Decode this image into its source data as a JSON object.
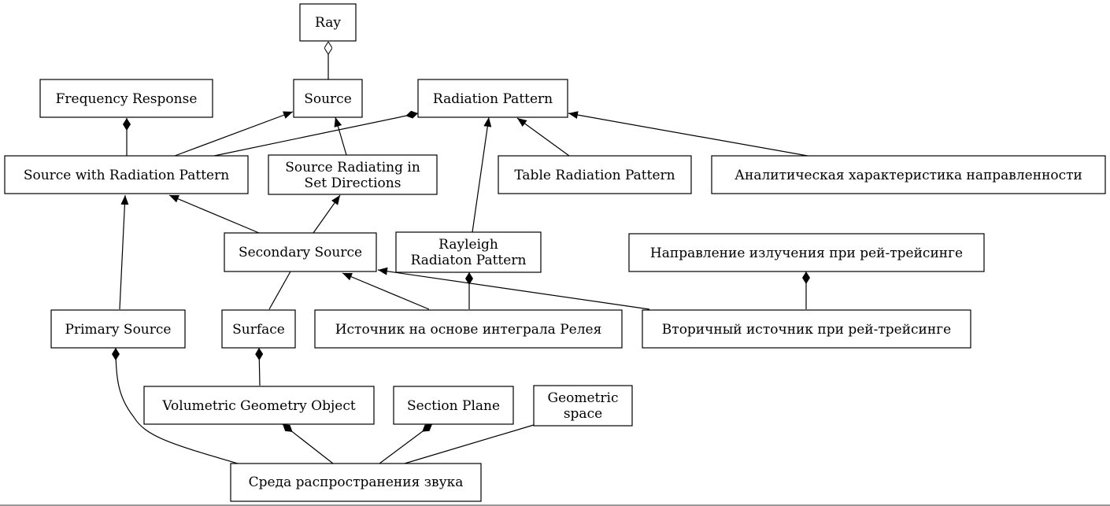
{
  "nodes": {
    "ray": {
      "lines": [
        "Ray"
      ]
    },
    "source": {
      "lines": [
        "Source"
      ]
    },
    "frequency_response": {
      "lines": [
        "Frequency Response"
      ]
    },
    "radiation_pattern": {
      "lines": [
        "Radiation Pattern"
      ]
    },
    "source_with_radiation_pattern": {
      "lines": [
        "Source with Radiation Pattern"
      ]
    },
    "source_radiating_in_set_directions": {
      "lines": [
        "Source Radiating in",
        "Set Directions"
      ]
    },
    "table_radiation_pattern": {
      "lines": [
        "Table Radiation Pattern"
      ]
    },
    "analytic_directivity": {
      "lines": [
        "Аналитическая характеристика направленности"
      ]
    },
    "secondary_source": {
      "lines": [
        "Secondary Source"
      ]
    },
    "rayleigh_radiation_pattern": {
      "lines": [
        "Rayleigh",
        "Radiaton Pattern"
      ]
    },
    "raytracing_emission_direction": {
      "lines": [
        "Направление излучения при рей-трейсинге"
      ]
    },
    "primary_source": {
      "lines": [
        "Primary Source"
      ]
    },
    "surface": {
      "lines": [
        "Surface"
      ]
    },
    "rayleigh_integral_source": {
      "lines": [
        "Источник на основе интеграла Релея"
      ]
    },
    "raytracing_secondary_source": {
      "lines": [
        "Вторичный источник при рей-трейсинге"
      ]
    },
    "volumetric_geometry_object": {
      "lines": [
        "Volumetric Geometry Object"
      ]
    },
    "section_plane": {
      "lines": [
        "Section Plane"
      ]
    },
    "geometric_space": {
      "lines": [
        "Geometric",
        "space"
      ]
    },
    "sound_medium": {
      "lines": [
        "Среда распространения звука"
      ]
    }
  },
  "edges": [
    {
      "from": "source",
      "to": "ray",
      "type": "aggregation"
    },
    {
      "from": "source_with_radiation_pattern",
      "to": "frequency_response",
      "type": "composition"
    },
    {
      "from": "source_with_radiation_pattern",
      "to": "source",
      "type": "inheritance"
    },
    {
      "from": "source_with_radiation_pattern",
      "to": "radiation_pattern",
      "type": "composition"
    },
    {
      "from": "source_radiating_in_set_directions",
      "to": "source",
      "type": "inheritance"
    },
    {
      "from": "table_radiation_pattern",
      "to": "radiation_pattern",
      "type": "inheritance"
    },
    {
      "from": "analytic_directivity",
      "to": "radiation_pattern",
      "type": "inheritance"
    },
    {
      "from": "rayleigh_radiation_pattern",
      "to": "radiation_pattern",
      "type": "inheritance"
    },
    {
      "from": "secondary_source",
      "to": "source_with_radiation_pattern",
      "type": "inheritance"
    },
    {
      "from": "secondary_source",
      "to": "source_radiating_in_set_directions",
      "type": "inheritance"
    },
    {
      "from": "primary_source",
      "to": "source_with_radiation_pattern",
      "type": "inheritance"
    },
    {
      "from": "surface",
      "to": "secondary_source",
      "type": "association"
    },
    {
      "from": "rayleigh_integral_source",
      "to": "secondary_source",
      "type": "inheritance"
    },
    {
      "from": "rayleigh_integral_source",
      "to": "rayleigh_radiation_pattern",
      "type": "composition"
    },
    {
      "from": "raytracing_secondary_source",
      "to": "secondary_source",
      "type": "inheritance"
    },
    {
      "from": "raytracing_secondary_source",
      "to": "raytracing_emission_direction",
      "type": "composition"
    },
    {
      "from": "volumetric_geometry_object",
      "to": "surface",
      "type": "composition"
    },
    {
      "from": "sound_medium",
      "to": "primary_source",
      "type": "composition"
    },
    {
      "from": "sound_medium",
      "to": "volumetric_geometry_object",
      "type": "composition"
    },
    {
      "from": "sound_medium",
      "to": "section_plane",
      "type": "composition"
    },
    {
      "from": "sound_medium",
      "to": "geometric_space",
      "type": "association"
    }
  ]
}
